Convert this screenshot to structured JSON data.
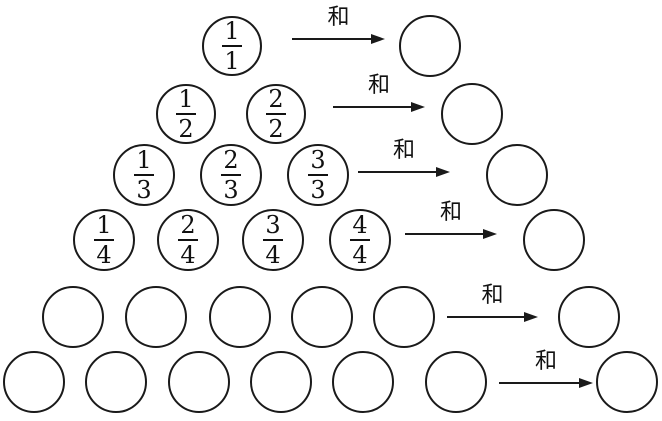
{
  "rows": [
    {
      "fractions": [
        {
          "num": "1",
          "den": "1"
        }
      ],
      "empty_count": 0,
      "arrow_label": "和"
    },
    {
      "fractions": [
        {
          "num": "1",
          "den": "2"
        },
        {
          "num": "2",
          "den": "2"
        }
      ],
      "empty_count": 0,
      "arrow_label": "和"
    },
    {
      "fractions": [
        {
          "num": "1",
          "den": "3"
        },
        {
          "num": "2",
          "den": "3"
        },
        {
          "num": "3",
          "den": "3"
        }
      ],
      "empty_count": 0,
      "arrow_label": "和"
    },
    {
      "fractions": [
        {
          "num": "1",
          "den": "4"
        },
        {
          "num": "2",
          "den": "4"
        },
        {
          "num": "3",
          "den": "4"
        },
        {
          "num": "4",
          "den": "4"
        }
      ],
      "empty_count": 0,
      "arrow_label": "和"
    },
    {
      "fractions": [],
      "empty_count": 5,
      "arrow_label": "和"
    },
    {
      "fractions": [],
      "empty_count": 6,
      "arrow_label": "和"
    }
  ],
  "colors": {
    "ink": "#1a1a1a",
    "background": "#ffffff"
  }
}
